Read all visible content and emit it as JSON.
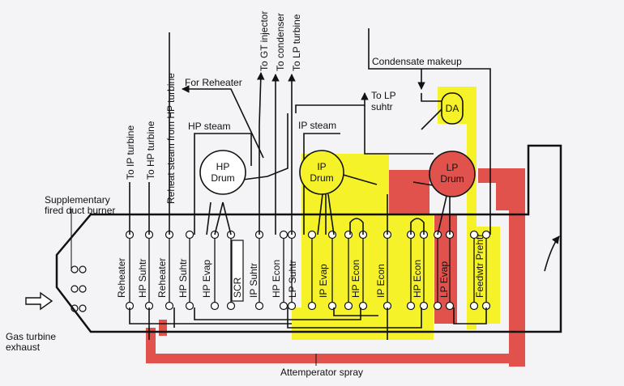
{
  "labels": {
    "to_gt_injector": "To GT injector",
    "to_condenser": "To condenser",
    "to_lp_turbine": "To LP turbine",
    "condensate_makeup": "Condensate makeup",
    "for_reheater": "For Reheater",
    "to_lp_suhtr_1": "To LP",
    "to_lp_suhtr_2": "suhtr",
    "hp_steam": "HP steam",
    "ip_steam": "IP steam",
    "to_ip_turbine": "To IP turbine",
    "to_hp_turbine": "To HP turbine",
    "reheat_steam": "Reheat steam from HP turbine",
    "supp_burner_1": "Supplementary",
    "supp_burner_2": "fired duct burner",
    "gas_turbine_1": "Gas turbine",
    "gas_turbine_2": "exhaust",
    "attemperator": "Attemperator spray"
  },
  "drums": {
    "hp_1": "HP",
    "hp_2": "Drum",
    "ip_1": "IP",
    "ip_2": "Drum",
    "lp_1": "LP",
    "lp_2": "Drum",
    "da": "DA"
  },
  "sections": {
    "reheater_1": "Reheater",
    "hp_suhtr_1": "HP Suhtr",
    "reheater_2": "Reheater",
    "hp_suhtr_2": "HP Suhtr",
    "hp_evap": "HP Evap",
    "scr": "SCR",
    "ip_suhtr": "IP Suhtr",
    "hp_econ_1": "HP Econ",
    "lp_suhtr": "LP Suhtr",
    "ip_evap": "IP Evap",
    "hp_econ_2": "HP Econ",
    "ip_econ": "IP Econ",
    "hp_econ_3": "HP Econ",
    "lp_evap": "LP Evap",
    "feedwtr_prehtr": "Feedwtr Prehtr"
  },
  "colors": {
    "ip_circuit": "#f5f22a",
    "lp_circuit": "#e2524c",
    "line": "#111111"
  }
}
